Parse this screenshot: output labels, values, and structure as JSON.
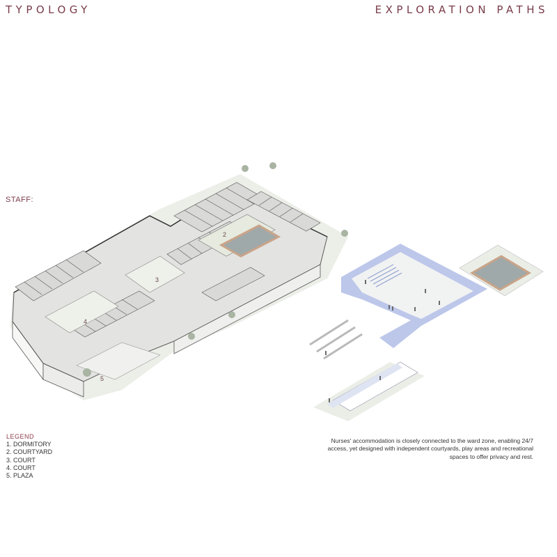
{
  "header": {
    "left_title": "TYPOLOGY",
    "right_title": "EXPLORATION PATHS"
  },
  "section_label": "STAFF:",
  "plan_labels": [
    "2",
    "3",
    "4",
    "5"
  ],
  "legend": {
    "title": "LEGEND",
    "items": [
      "1. DORMITORY",
      "2. COURTYARD",
      "3. COURT",
      "4. COURT",
      "5. PLAZA"
    ]
  },
  "description": "Nurses' accommodation is closely connected to the ward zone, enabling 24/7 access, yet designed with independent courtyards, play areas and recreational spaces to offer privacy and rest.",
  "colors": {
    "accent": "#7a3b49",
    "path_blue": "#b9c6ea",
    "pool_water": "#9aa9ab",
    "pool_edge": "#c9a489",
    "ground": "#e9ece4"
  }
}
